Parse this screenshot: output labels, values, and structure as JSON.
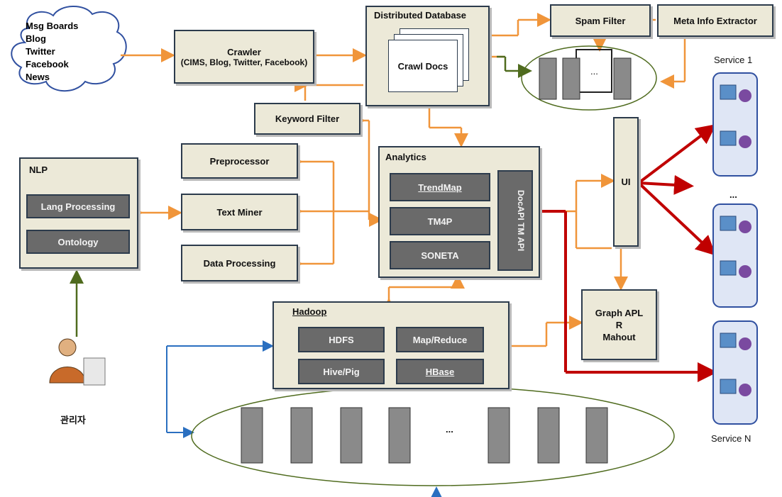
{
  "sources": [
    "Msg Boards",
    "Blog",
    "Twitter",
    "Facebook",
    "News"
  ],
  "crawler": {
    "title": "Crawler",
    "detail": "(CIMS, Blog, Twitter, Facebook)"
  },
  "distributed_db": {
    "title": "Distributed Database",
    "docs": "Crawl Docs"
  },
  "spam_filter": "Spam Filter",
  "meta_extractor": "Meta Info Extractor",
  "keyword_filter": "Keyword Filter",
  "preprocessor": "Preprocessor",
  "text_miner": "Text Miner",
  "data_processing": "Data Processing",
  "nlp": {
    "title": "NLP",
    "items": [
      "Lang Processing",
      "Ontology"
    ]
  },
  "analytics": {
    "title": "Analytics",
    "items": [
      "TrendMap",
      "TM4P",
      "SONETA"
    ],
    "api": "DocAPI TM API"
  },
  "ui": "UI",
  "graph": {
    "lines": [
      "Graph APL",
      "R",
      "Mahout"
    ]
  },
  "hadoop": {
    "title": "Hadoop",
    "items": [
      "HDFS",
      "Map/Reduce",
      "Hive/Pig",
      "HBase"
    ]
  },
  "services": {
    "first": "Service 1",
    "last": "Service N",
    "dots": "..."
  },
  "admin": "관리자",
  "cluster_dots": "...",
  "colors": {
    "box_fill": "#ece9d8",
    "box_border": "#2c3b4c",
    "dark_box": "#6a6a6a",
    "orange_arrow": "#f0953a",
    "red_arrow": "#c00000",
    "green_arrow": "#4f6b1e",
    "blue_arrow": "#2a6fc0"
  }
}
